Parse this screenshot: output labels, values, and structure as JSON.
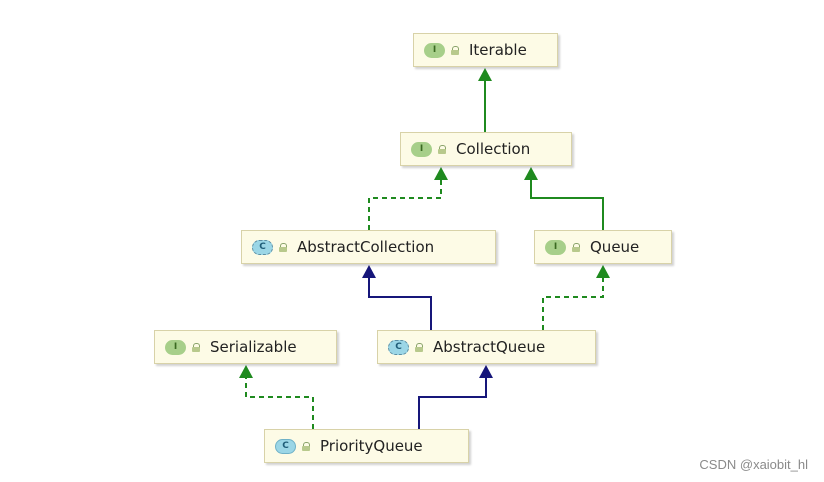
{
  "diagram": {
    "nodes": [
      {
        "id": "iterable",
        "kind": "interface",
        "badge": "I",
        "label": "Iterable"
      },
      {
        "id": "collection",
        "kind": "interface",
        "badge": "I",
        "label": "Collection"
      },
      {
        "id": "abstract_collection",
        "kind": "abstract",
        "badge": "C",
        "label": "AbstractCollection"
      },
      {
        "id": "queue",
        "kind": "interface",
        "badge": "I",
        "label": "Queue"
      },
      {
        "id": "serializable",
        "kind": "interface",
        "badge": "I",
        "label": "Serializable"
      },
      {
        "id": "abstract_queue",
        "kind": "abstract",
        "badge": "C",
        "label": "AbstractQueue"
      },
      {
        "id": "priority_queue",
        "kind": "class",
        "badge": "C",
        "label": "PriorityQueue"
      }
    ],
    "edges": [
      {
        "from": "collection",
        "to": "iterable",
        "type": "interface-extends"
      },
      {
        "from": "abstract_collection",
        "to": "collection",
        "type": "implements"
      },
      {
        "from": "queue",
        "to": "collection",
        "type": "interface-extends"
      },
      {
        "from": "abstract_queue",
        "to": "abstract_collection",
        "type": "extends"
      },
      {
        "from": "abstract_queue",
        "to": "queue",
        "type": "implements"
      },
      {
        "from": "priority_queue",
        "to": "abstract_queue",
        "type": "extends"
      },
      {
        "from": "priority_queue",
        "to": "serializable",
        "type": "implements"
      }
    ],
    "colors": {
      "interface_extends": "#1f8a1f",
      "implements": "#1f8a1f",
      "extends": "#16167a",
      "node_fill": "#fdfbe6"
    }
  },
  "watermark": "CSDN @xaiobit_hl"
}
